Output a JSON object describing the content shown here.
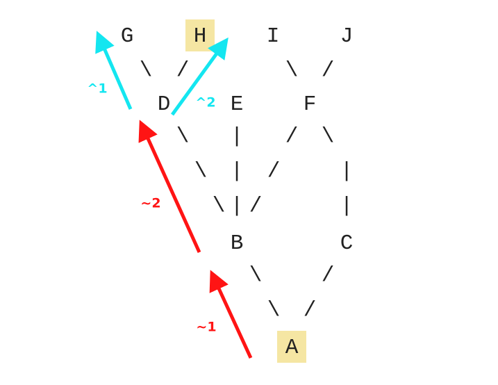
{
  "colors": {
    "highlight": "#f5e6a3",
    "text": "#222222",
    "red_arrow": "#ff1414",
    "cyan_arrow": "#14e6f0"
  },
  "nodes": [
    {
      "id": "G",
      "label": "G",
      "highlight": false
    },
    {
      "id": "H",
      "label": "H",
      "highlight": true
    },
    {
      "id": "I",
      "label": "I",
      "highlight": false
    },
    {
      "id": "J",
      "label": "J",
      "highlight": false
    },
    {
      "id": "D",
      "label": "D",
      "highlight": false
    },
    {
      "id": "E",
      "label": "E",
      "highlight": false
    },
    {
      "id": "F",
      "label": "F",
      "highlight": false
    },
    {
      "id": "B",
      "label": "B",
      "highlight": false
    },
    {
      "id": "C",
      "label": "C",
      "highlight": false
    },
    {
      "id": "A",
      "label": "A",
      "highlight": true
    }
  ],
  "edges": [
    {
      "name": "G-D",
      "glyph": "\\"
    },
    {
      "name": "H-D",
      "glyph": "/"
    },
    {
      "name": "I-F",
      "glyph": "\\"
    },
    {
      "name": "J-F",
      "glyph": "/"
    },
    {
      "name": "D-B-upper",
      "glyph": "\\"
    },
    {
      "name": "D-B-lower",
      "glyph": "\\"
    },
    {
      "name": "D-B-bottom",
      "glyph": "\\"
    },
    {
      "name": "E-B-upper",
      "glyph": "|"
    },
    {
      "name": "E-B-mid",
      "glyph": "|"
    },
    {
      "name": "E-B-lower",
      "glyph": "|"
    },
    {
      "name": "F-B-upper",
      "glyph": "/"
    },
    {
      "name": "F-B-mid",
      "glyph": "/"
    },
    {
      "name": "F-B-lower",
      "glyph": "/"
    },
    {
      "name": "F-C-upper",
      "glyph": "\\"
    },
    {
      "name": "F-C-mid",
      "glyph": "|"
    },
    {
      "name": "F-C-lower",
      "glyph": "|"
    },
    {
      "name": "B-A-upper",
      "glyph": "\\"
    },
    {
      "name": "B-A-lower",
      "glyph": "\\"
    },
    {
      "name": "C-A-upper",
      "glyph": "/"
    },
    {
      "name": "C-A-lower",
      "glyph": "/"
    }
  ],
  "arrows": [
    {
      "name": "tilde-1-arrow",
      "label": "~1",
      "color": "#ff1414"
    },
    {
      "name": "tilde-2-arrow",
      "label": "~2",
      "color": "#ff1414"
    },
    {
      "name": "caret-1-arrow",
      "label": "^1",
      "color": "#14e6f0"
    },
    {
      "name": "caret-2-arrow",
      "label": "^2",
      "color": "#14e6f0"
    }
  ]
}
